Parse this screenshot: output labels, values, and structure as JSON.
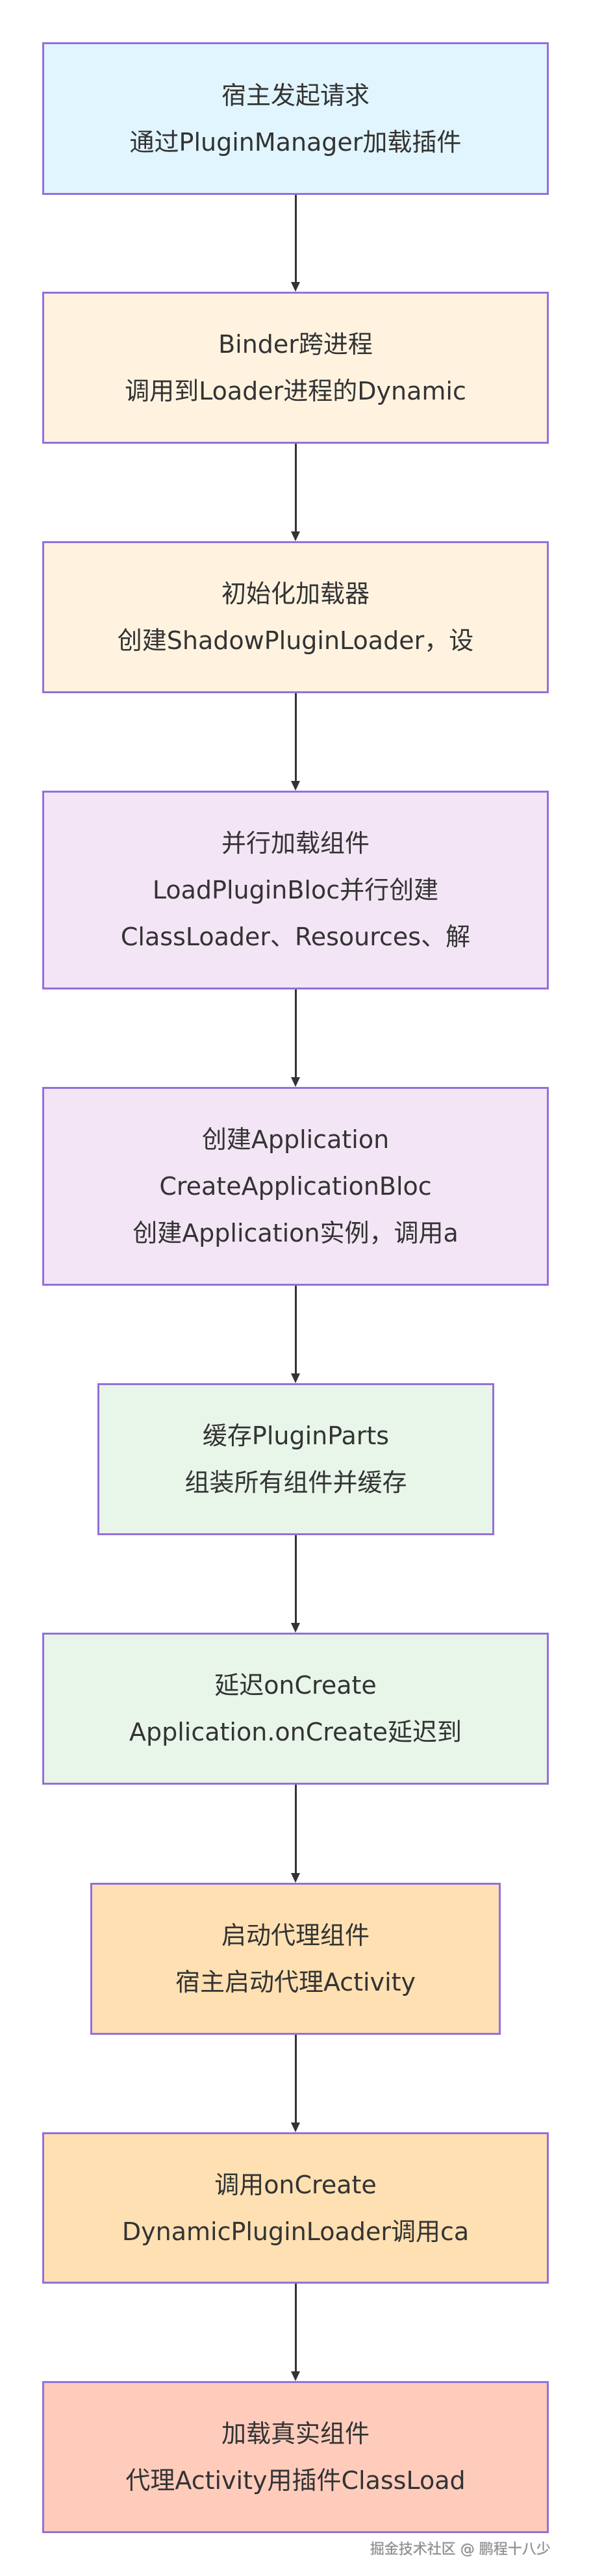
{
  "diagram": {
    "type": "flowchart",
    "direction": "top-to-bottom",
    "border_color": "#9370DB",
    "edge_color": "#333333",
    "nodes": [
      {
        "id": "n1",
        "fill": "#E1F5FE",
        "lines": [
          "宿主发起请求",
          "通过PluginManager加载插件"
        ]
      },
      {
        "id": "n2",
        "fill": "#FFF3E0",
        "lines": [
          "Binder跨进程",
          "调用到Loader进程的Dynamic"
        ]
      },
      {
        "id": "n3",
        "fill": "#FFF3E0",
        "lines": [
          "初始化加载器",
          "创建ShadowPluginLoader，设"
        ]
      },
      {
        "id": "n4",
        "fill": "#F3E5F5",
        "lines": [
          "并行加载组件",
          "LoadPluginBloc并行创建",
          "ClassLoader、Resources、解"
        ]
      },
      {
        "id": "n5",
        "fill": "#F3E5F5",
        "lines": [
          "创建Application",
          "CreateApplicationBloc",
          "创建Application实例，调用a"
        ]
      },
      {
        "id": "n6",
        "fill": "#E8F5E9",
        "lines": [
          "缓存PluginParts",
          "组装所有组件并缓存"
        ]
      },
      {
        "id": "n7",
        "fill": "#E8F5E9",
        "lines": [
          "延迟onCreate",
          "Application.onCreate延迟到"
        ]
      },
      {
        "id": "n8",
        "fill": "#FFE0B2",
        "lines": [
          "启动代理组件",
          "宿主启动代理Activity"
        ]
      },
      {
        "id": "n9",
        "fill": "#FFE0B2",
        "lines": [
          "调用onCreate",
          "DynamicPluginLoader调用ca"
        ]
      },
      {
        "id": "n10",
        "fill": "#FFCCBC",
        "lines": [
          "加载真实组件",
          "代理Activity用插件ClassLoad"
        ]
      }
    ],
    "edges": [
      {
        "from": "n1",
        "to": "n2"
      },
      {
        "from": "n2",
        "to": "n3"
      },
      {
        "from": "n3",
        "to": "n4"
      },
      {
        "from": "n4",
        "to": "n5"
      },
      {
        "from": "n5",
        "to": "n6"
      },
      {
        "from": "n6",
        "to": "n7"
      },
      {
        "from": "n7",
        "to": "n8"
      },
      {
        "from": "n8",
        "to": "n9"
      },
      {
        "from": "n9",
        "to": "n10"
      }
    ]
  },
  "watermark": "掘金技术社区 @ 鹏程十八少"
}
